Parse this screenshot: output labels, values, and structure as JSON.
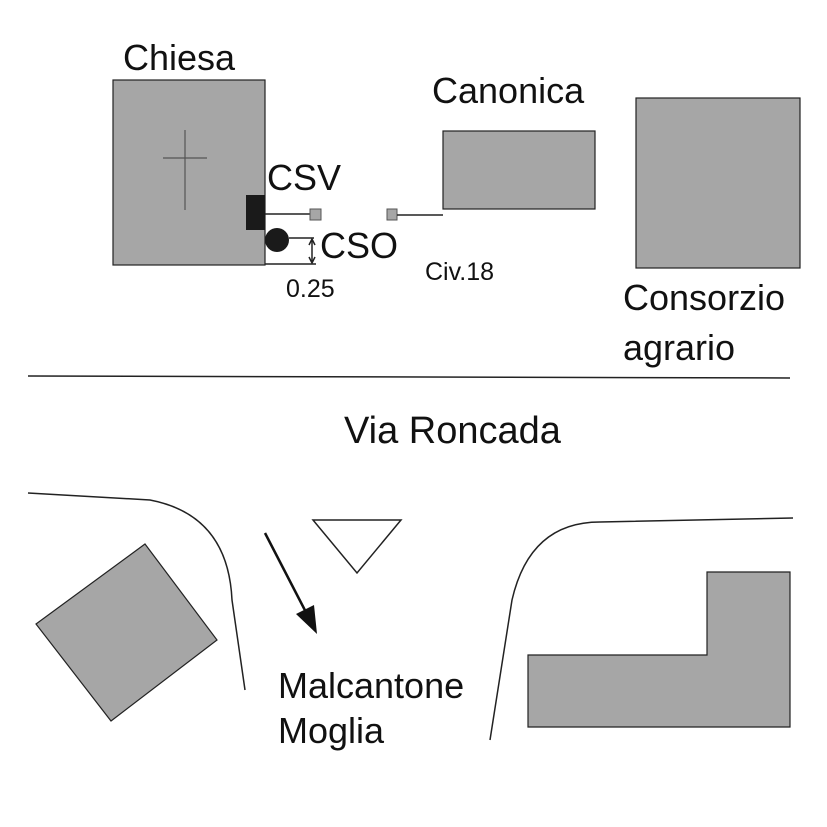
{
  "labels": {
    "chiesa": "Chiesa",
    "canonica": "Canonica",
    "csv": "CSV",
    "cso": "CSO",
    "dimension": "0.25",
    "civico": "Civ.18",
    "consorzio_line1": "Consorzio",
    "consorzio_line2": "agrario",
    "street": "Via Roncada",
    "direction_line1": "Malcantone",
    "direction_line2": "Moglia"
  },
  "colors": {
    "building": "#a6a6a6",
    "marker": "#1a1a1a",
    "line": "#222222"
  }
}
